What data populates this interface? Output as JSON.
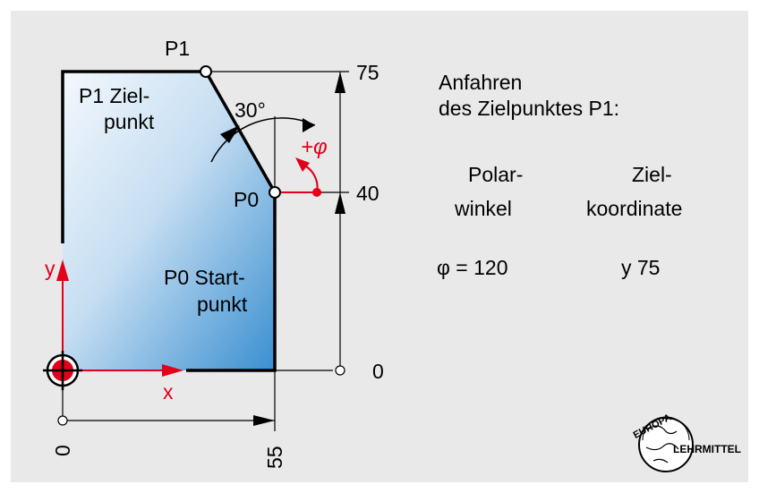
{
  "diagram": {
    "points": {
      "p1_top_label": "P1",
      "p0_label": "P0"
    },
    "axis_values": {
      "y_75": "75",
      "y_40": "40",
      "y_0": "0",
      "x_0": "0",
      "x_55": "55"
    },
    "angle_label": "30°",
    "phi_label": "+φ",
    "axes": {
      "x": "x",
      "y": "y"
    },
    "shape_labels": {
      "target_line1": "P1 Ziel-",
      "target_line2": "punkt",
      "start_line1": "P0 Start-",
      "start_line2": "punkt"
    },
    "info": {
      "heading_line1": "Anfahren",
      "heading_line2": "des Zielpunktes P1:",
      "col1_head_line1": "Polar-",
      "col1_head_line2": "winkel",
      "col2_head_line1": "Ziel-",
      "col2_head_line2": "koordinate",
      "col1_value": "φ = 120",
      "col2_value": "y 75"
    },
    "logo": {
      "top_text": "EUROPA",
      "side_text": "LEHRMITTEL"
    },
    "colors": {
      "background": "#e9e9e9",
      "accent": "#e2001a",
      "fill_dark": "#3a8fd0",
      "fill_light": "#f2f8fd"
    }
  }
}
